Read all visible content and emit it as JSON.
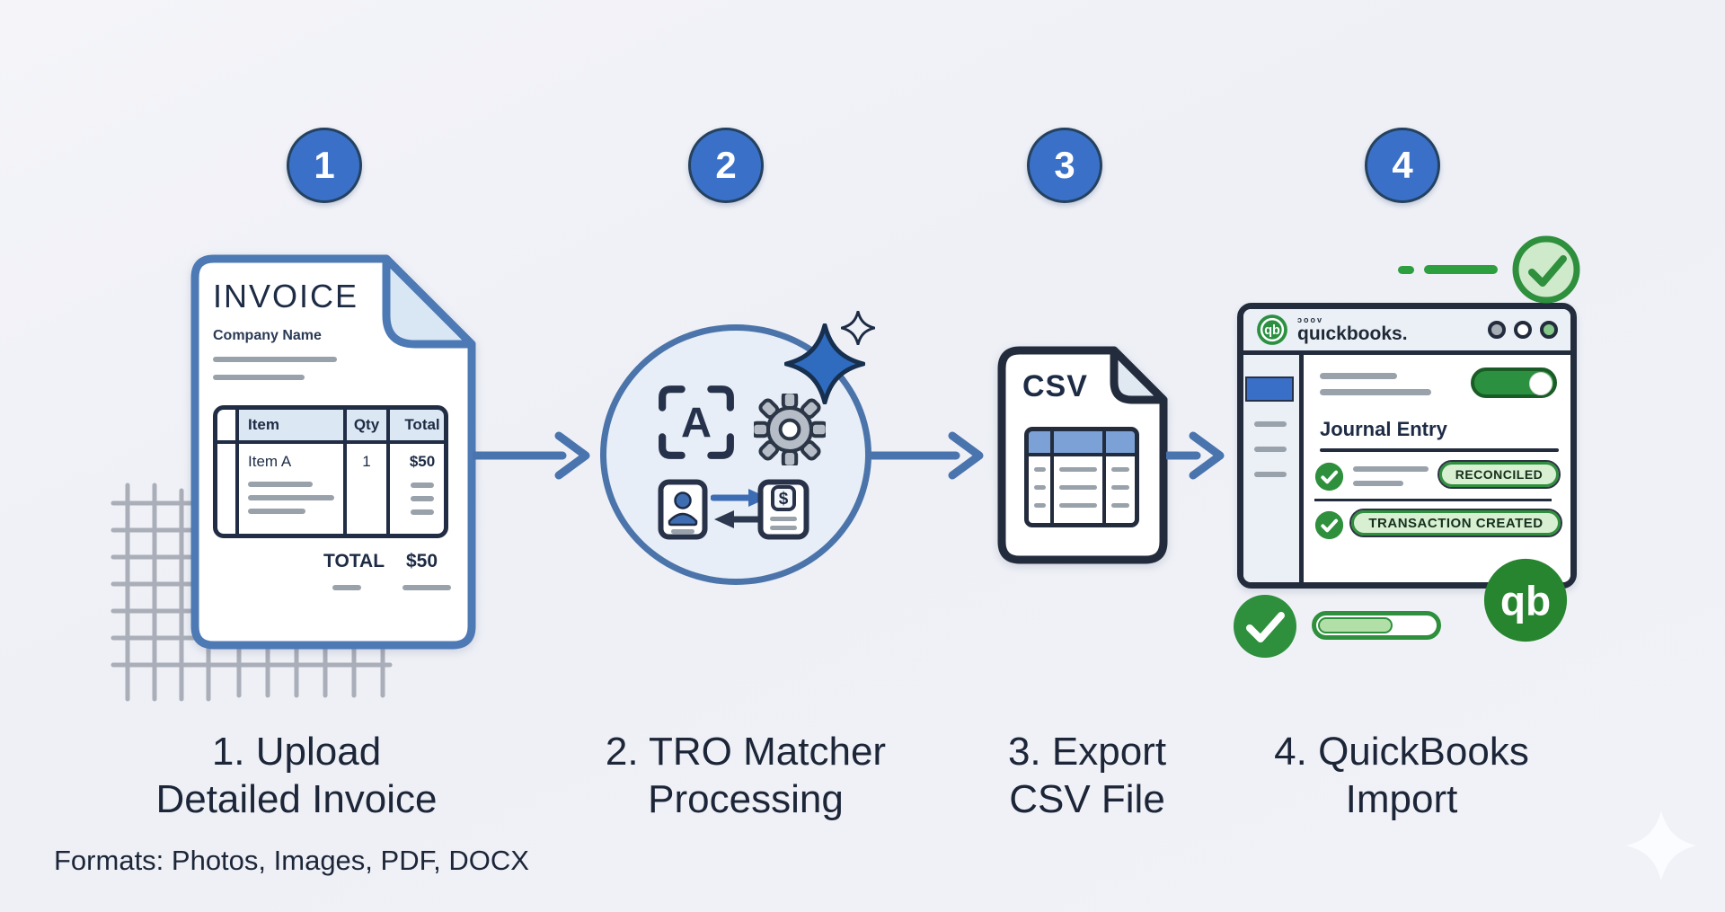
{
  "steps": [
    {
      "number": "1",
      "line1": "1. Upload",
      "line2": "Detailed Invoice"
    },
    {
      "number": "2",
      "line1": "2. TRO Matcher",
      "line2": "Processing"
    },
    {
      "number": "3",
      "line1": "3. Export",
      "line2": "CSV File"
    },
    {
      "number": "4",
      "line1": "4. QuickBooks",
      "line2": "Import"
    }
  ],
  "formats_note": "Formats: Photos, Images, PDF, DOCX",
  "invoice": {
    "title": "INVOICE",
    "company_label": "Company Name",
    "table": {
      "headers": [
        "Item",
        "Qty",
        "Total"
      ],
      "row": [
        "Item A",
        "1",
        "$50"
      ]
    },
    "total_label": "TOTAL",
    "total_value": "$50"
  },
  "processing": {
    "ocr_letter": "A",
    "dollar_sign": "$"
  },
  "csv": {
    "title": "CSV"
  },
  "quickbooks": {
    "brand_small": "ɔoov",
    "brand": "quıckbooks.",
    "journal_label": "Journal Entry",
    "badge_reconciled": "RECONCILED",
    "badge_transaction": "TRANSACTION CREATED",
    "monogram": "qb"
  },
  "colors": {
    "step_badge_blue": "#3a70c8",
    "flow_arrow_blue": "#4a74ad",
    "invoice_border_blue": "#4d79b5",
    "navy": "#212d45",
    "green": "#2e8f3c",
    "light_green": "#d8efd2",
    "csv_header_blue": "#7ba1d6",
    "sidebar_selected_blue": "#3a6fc8",
    "background": "#eef0f5"
  }
}
